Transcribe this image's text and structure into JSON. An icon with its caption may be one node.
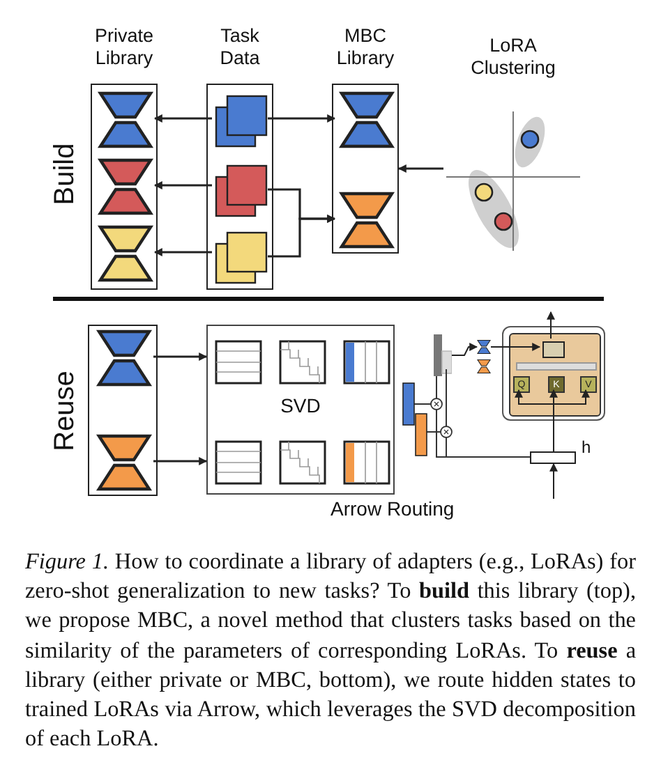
{
  "diagram": {
    "caption": "*Figure 1.* How to coordinate a library of adapters (e.g., LoRAs) for zero-shot generalization to new tasks? To **build** this library (top), we propose MBC, a novel method that clusters tasks based on the similarity of the parameters of corresponding LoRAs. To **reuse** a library (either private or MBC, bottom), we route hidden states to trained LoRAs via Arrow, which leverages the SVD decomposition of each LoRA.",
    "nodes": [
      {
        "text": [
          "Private Library"
        ]
      },
      {
        "text": [],
        "shape": "hourglass",
        "in": 0
      },
      {
        "text": [],
        "shape": "hourglass",
        "in": 0
      },
      {
        "text": [],
        "shape": "hourglass",
        "in": 0
      },
      {
        "text": [
          "Task Data"
        ]
      },
      {
        "text": [],
        "shape": "box",
        "in": 4
      },
      {
        "text": [],
        "shape": "box",
        "in": 4
      },
      {
        "text": [],
        "shape": "box",
        "in": 4
      },
      {
        "text": [
          "MBC Library"
        ]
      },
      {
        "text": [],
        "shape": "hourglass",
        "in": 8
      },
      {
        "text": [],
        "shape": "hourglass",
        "in": 8
      },
      {
        "text": [
          "LoRA Clustering"
        ]
      },
      {
        "text": [],
        "shape": "box"
      },
      {
        "text": [],
        "shape": "hourglass",
        "in": 12
      },
      {
        "text": [],
        "shape": "hourglass",
        "in": 12
      },
      {
        "text": [
          "SVD"
        ]
      },
      {
        "text": [],
        "shape": "box"
      },
      {
        "text": [
          "Q"
        ],
        "in": 16
      },
      {
        "text": [
          "K"
        ],
        "in": 16
      },
      {
        "text": [
          "V"
        ],
        "in": 16
      },
      {
        "text": [],
        "shape": "box",
        "beside": [
          "h"
        ]
      },
      {
        "text": [],
        "shape": "hourglass"
      },
      {
        "text": [],
        "shape": "hourglass"
      },
      {
        "text": [],
        "shape": "box",
        "in": 16
      },
      {
        "text": [],
        "shape": "bar"
      }
    ],
    "edges": [
      {
        "from": 5,
        "to": 1,
        "arrow": "to"
      },
      {
        "from": 6,
        "to": 2,
        "arrow": "to"
      },
      {
        "from": 7,
        "to": 3,
        "arrow": "to"
      },
      {
        "from": 5,
        "to": 9,
        "arrow": "to"
      },
      {
        "from": 6,
        "to": 10,
        "arrow": "to"
      },
      {
        "from": 7,
        "to": 10,
        "arrow": "to"
      },
      {
        "from": 11,
        "to": 8,
        "arrow": "to"
      },
      {
        "from": 13,
        "to": 15,
        "arrow": "to"
      },
      {
        "from": 14,
        "to": 15,
        "arrow": "to"
      },
      {
        "from": 24,
        "to": 21,
        "arrow": "to"
      },
      {
        "from": 21,
        "to": 23,
        "arrow": "to"
      },
      {
        "from": 23,
        "to": null,
        "arrow": "to"
      },
      {
        "from": null,
        "to": 20,
        "arrow": "to"
      },
      {
        "from": 20,
        "to": 18,
        "arrow": "to"
      },
      {
        "from": 18,
        "to": 17,
        "arrow": "to"
      },
      {
        "from": 18,
        "to": 19,
        "arrow": "to"
      }
    ],
    "labels": [
      "Build",
      "Reuse",
      "Arrow Routing"
    ]
  }
}
